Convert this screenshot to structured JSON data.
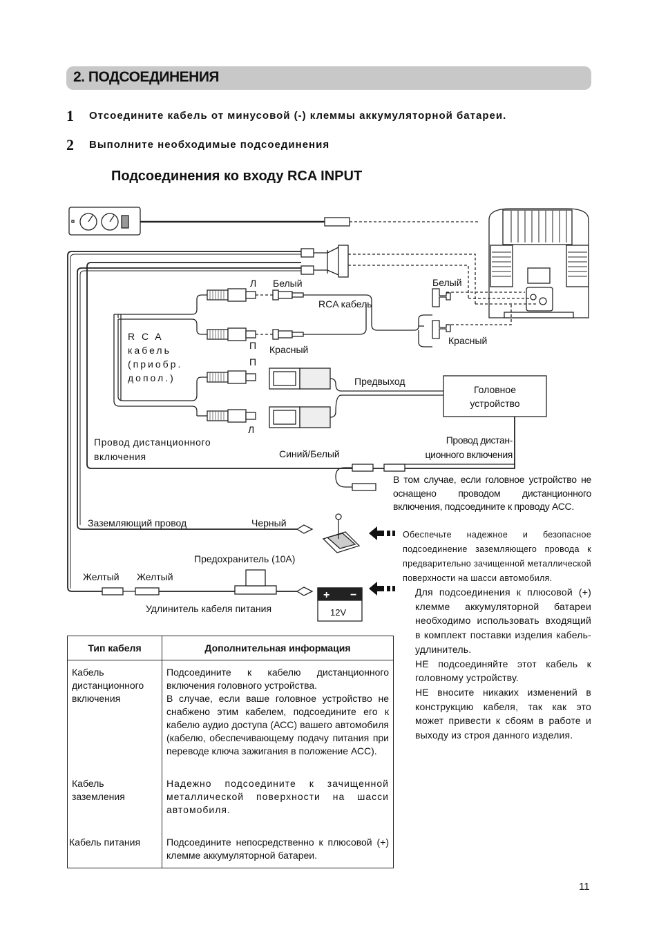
{
  "section": {
    "title": "2. ПОДСОЕДИНЕНИЯ"
  },
  "steps": [
    {
      "num": "1",
      "text": "Отсоедините кабель от минусовой (-) клеммы аккумуляторной батареи."
    },
    {
      "num": "2",
      "text": "Выполните необходимые подсоединения"
    }
  ],
  "subheading": "Подсоединения ко входу RCA INPUT",
  "diagram": {
    "labels": {
      "l_top": "Л",
      "white_left": "Белый",
      "rca_cable": "RCA кабель",
      "white_right": "Белый",
      "red_right": "Красный",
      "rca_box": "R C A\nкабель\n(приобр.\nдопол.)",
      "p1": "П",
      "red_left": "Красный",
      "p2": "П",
      "l_bottom": "Л",
      "preout": "Предвыход",
      "head_unit": "Головное\nустройство",
      "remote_left": "Провод дистанционного\nвключения",
      "blue_white": "Синий/Белый",
      "remote_right": "Провод дистан-\nционного включения",
      "acc_note": "В том случае, если головное устройство не оснащено проводом дистанционного включения, подсоедините к проводу АСС.",
      "ground_wire": "Заземляющий провод",
      "black": "Черный",
      "ground_note": "Обеспечьте надежное и безопасное подсоединение заземляющего провода к предварительно зачищенной металлической поверхности на шасси автомобиля.",
      "fuse": "Предохранитель (10А)",
      "yellow1": "Желтый",
      "yellow2": "Желтый",
      "battery_voltage": "12V",
      "power_ext": "Удлинитель кабеля питания",
      "battery_note": "Для подсоединения к плюсовой (+) клемме аккумуляторной батареи необходимо использовать входящий в комплект поставки изделия кабель-удлинитель.\nНЕ подсоединяйте этот кабель к головному устройству.\nНЕ вносите никаких изменений в конструкцию кабеля, так как это может привести к сбоям в работе и выходу из строя данного изделия."
    }
  },
  "table": {
    "headers": [
      "Тип кабеля",
      "Дополнительная информация"
    ],
    "rows": [
      {
        "type": "Кабель\nдистанционного\nвключения",
        "info": "Подсоедините к кабелю дистанционного включения головного устройства.\n   В случае, если ваше головное устройство не снабжено этим кабелем, подсоедините его к кабелю аудио доступа (АСС) вашего автомобиля (кабелю, обеспечивающему подачу питания при переводе ключа зажигания в положение АСС)."
      },
      {
        "type": "Кабель\nзаземления",
        "info": "Надежно подсоедините к зачищенной металлической поверхности на шасси автомобиля."
      },
      {
        "type": "Кабель питания",
        "info": "Подсоедините непосредственно к плюсовой (+) клемме аккумуляторной батареи."
      }
    ]
  },
  "page_number": "11"
}
